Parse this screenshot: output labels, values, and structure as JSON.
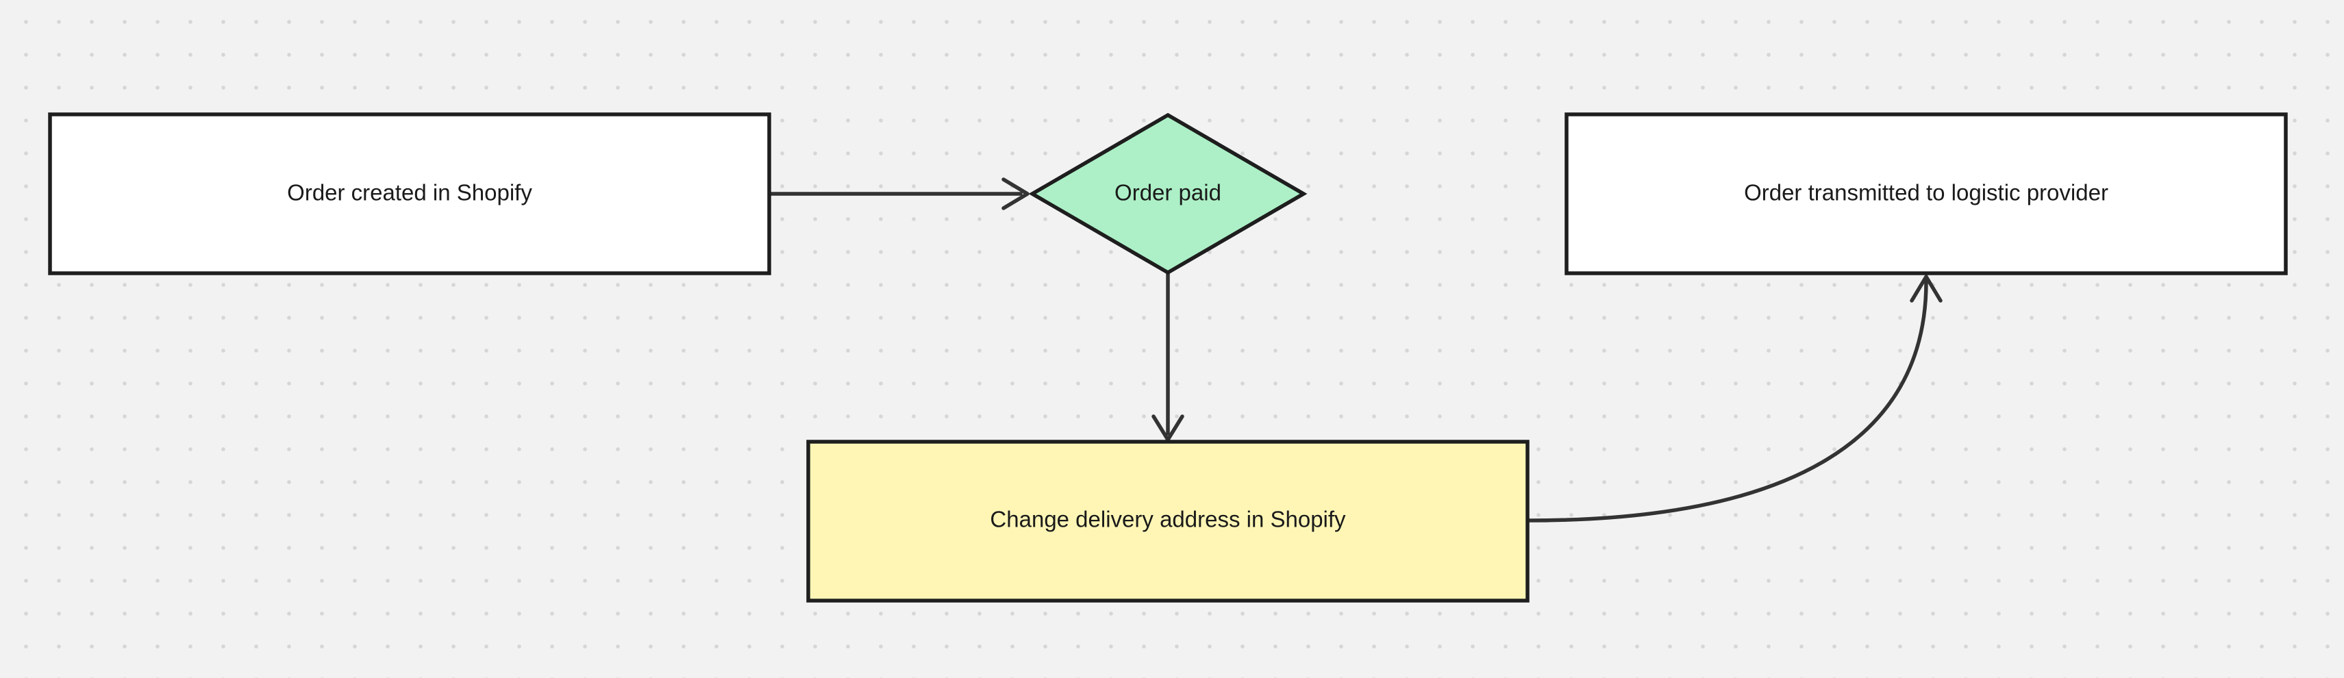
{
  "canvas": {
    "background": "#f2f2f2",
    "dot_color": "#d6d6d6"
  },
  "nodes": {
    "order_created": {
      "label": "Order created in Shopify",
      "shape": "rectangle",
      "fill": "#ffffff"
    },
    "order_paid": {
      "label": "Order paid",
      "shape": "diamond",
      "fill": "#adf0c7"
    },
    "order_transmitted": {
      "label": "Order transmitted to logistic provider",
      "shape": "rectangle",
      "fill": "#ffffff"
    },
    "change_address": {
      "label": "Change delivery address in Shopify",
      "shape": "rectangle",
      "fill": "#fff6b6"
    }
  },
  "edges": [
    {
      "from": "order_created",
      "to": "order_paid",
      "style": "straight"
    },
    {
      "from": "order_paid",
      "to": "change_address",
      "style": "straight"
    },
    {
      "from": "change_address",
      "to": "order_transmitted",
      "style": "curved"
    }
  ],
  "stroke_color": "#1e1e1e",
  "connector_color": "#333333"
}
